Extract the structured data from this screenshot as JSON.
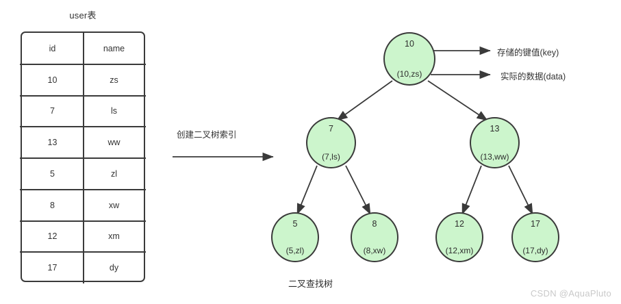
{
  "table": {
    "title": "user表",
    "columns": [
      "id",
      "name"
    ],
    "rows": [
      {
        "id": "10",
        "name": "zs"
      },
      {
        "id": "7",
        "name": "ls"
      },
      {
        "id": "13",
        "name": "ww"
      },
      {
        "id": "5",
        "name": "zl"
      },
      {
        "id": "8",
        "name": "xw"
      },
      {
        "id": "12",
        "name": "xm"
      },
      {
        "id": "17",
        "name": "dy"
      }
    ]
  },
  "transform": {
    "label": "创建二叉树索引"
  },
  "tree": {
    "caption": "二叉查找树",
    "nodes": [
      {
        "key": "10",
        "data": "(10,zs)"
      },
      {
        "key": "7",
        "data": "(7,ls)"
      },
      {
        "key": "13",
        "data": "(13,ww)"
      },
      {
        "key": "5",
        "data": "(5,zl)"
      },
      {
        "key": "8",
        "data": "(8,xw)"
      },
      {
        "key": "12",
        "data": "(12,xm)"
      },
      {
        "key": "17",
        "data": "(17,dy)"
      }
    ]
  },
  "annotations": {
    "key_label": "存储的键值(key)",
    "data_label": "实际的数据(data)"
  },
  "watermark": {
    "text": "CSDN @AquaPluto"
  },
  "colors": {
    "node_fill": "#ccf5cc",
    "node_stroke": "#3a3a3a",
    "line": "#3a3a3a",
    "text": "#333333",
    "watermark": "#c9c9c9"
  }
}
